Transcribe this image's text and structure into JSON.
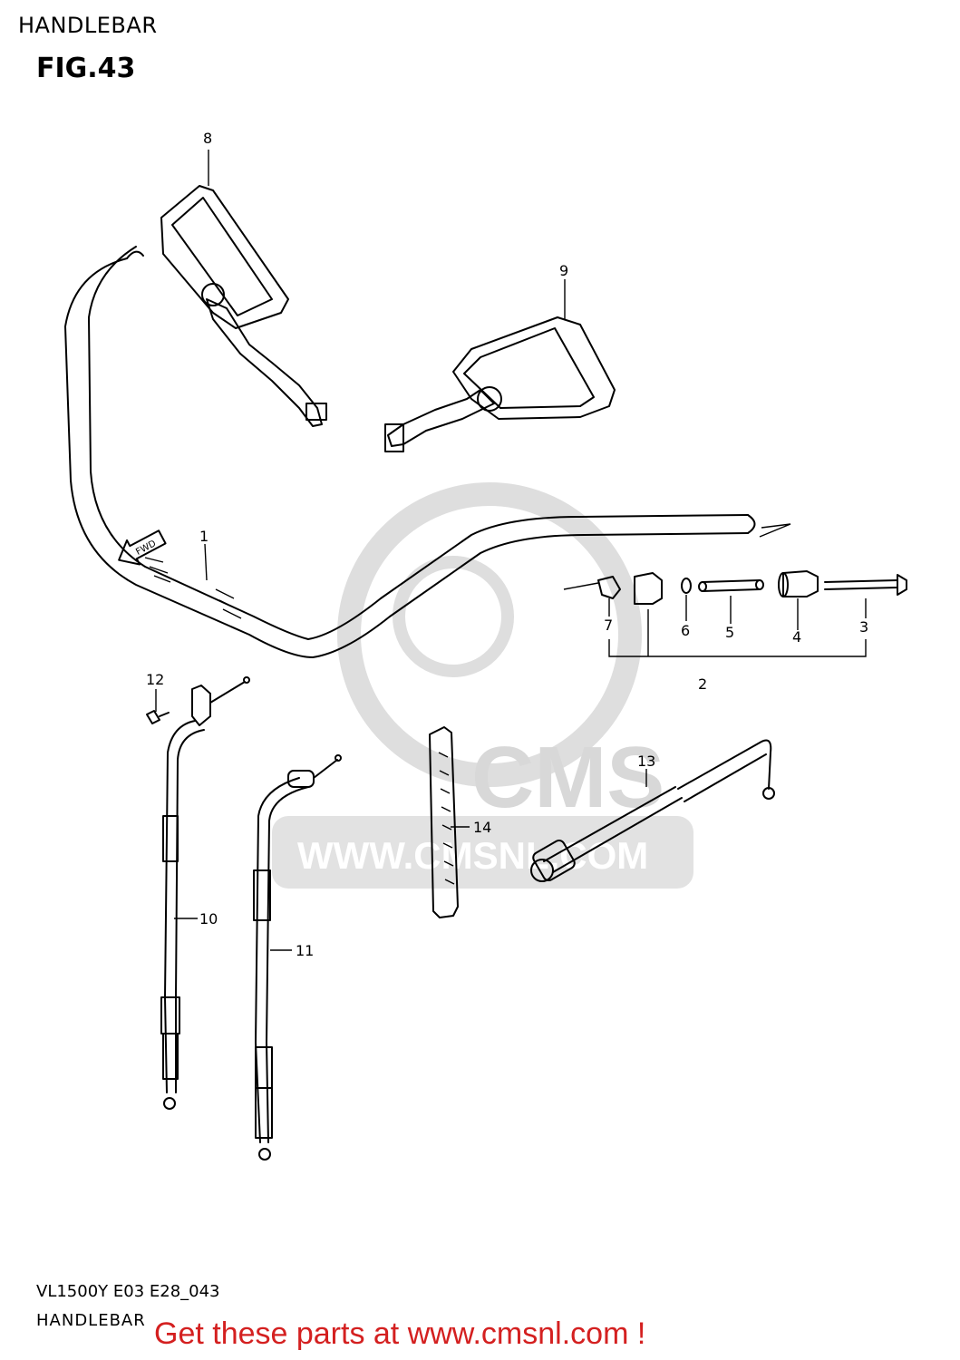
{
  "header": {
    "section_title": "HANDLEBAR",
    "figure_label": "FIG.43"
  },
  "watermark": {
    "logo_text": "CMS",
    "url_text": "WWW.CMSNL.COM"
  },
  "footer": {
    "model_code": "VL1500Y E03 E28_043",
    "section_name": "HANDLEBAR",
    "promo_text": "Get these parts at www.cmsnl.com !"
  },
  "direction_arrow": {
    "label": "FWD"
  },
  "callouts": [
    {
      "id": "1",
      "label": "1"
    },
    {
      "id": "2",
      "label": "2"
    },
    {
      "id": "3",
      "label": "3"
    },
    {
      "id": "4",
      "label": "4"
    },
    {
      "id": "5",
      "label": "5"
    },
    {
      "id": "6",
      "label": "6"
    },
    {
      "id": "7",
      "label": "7"
    },
    {
      "id": "8",
      "label": "8"
    },
    {
      "id": "9",
      "label": "9"
    },
    {
      "id": "10",
      "label": "10"
    },
    {
      "id": "11",
      "label": "11"
    },
    {
      "id": "12",
      "label": "12"
    },
    {
      "id": "13",
      "label": "13"
    },
    {
      "id": "14",
      "label": "14"
    }
  ],
  "colors": {
    "promo": "#d42020",
    "watermark": "#d8d8d8",
    "line": "#000000"
  }
}
